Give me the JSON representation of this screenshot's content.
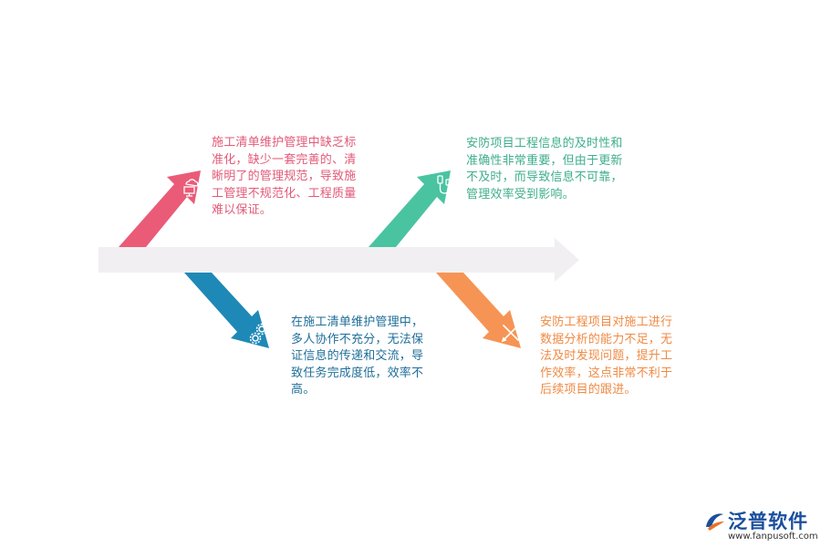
{
  "colors": {
    "spine": "#f1eff2",
    "arrow_1": "#ea5b78",
    "arrow_2": "#4ac3a1",
    "arrow_3": "#1e89b6",
    "arrow_4": "#f69455"
  },
  "notes": [
    {
      "text": "施工清单维护管理中缺乏标\n准化，缺少一套完善的、清\n晰明了的管理规范，导致施\n工管理不规范化、工程质量\n难以保证。",
      "color": "#e25a78",
      "icon": "cloud-monitor-icon"
    },
    {
      "text": "安防项目工程信息的及时性和\n准确性非常重要，但由于更新\n不及时，而导致信息不可靠，\n管理效率受到影响。",
      "color": "#3fae8c",
      "icon": "usb-cable-icon"
    },
    {
      "text": "在施工清单维护管理中，\n多人协作不充分，无法保\n证信息的传递和交流，导\n致任务完成度低，效率不\n高。",
      "color": "#1f6f9a",
      "icon": "gears-icon"
    },
    {
      "text": "安防工程项目对施工进行\n数据分析的能力不足，无\n法及时发现问题，提升工\n作效率，这点非常不利于\n后续项目的跟进。",
      "color": "#ef8a44",
      "icon": "tools-icon"
    }
  ],
  "logo": {
    "name": "泛普软件",
    "url": "www.fanpusoft.com"
  }
}
